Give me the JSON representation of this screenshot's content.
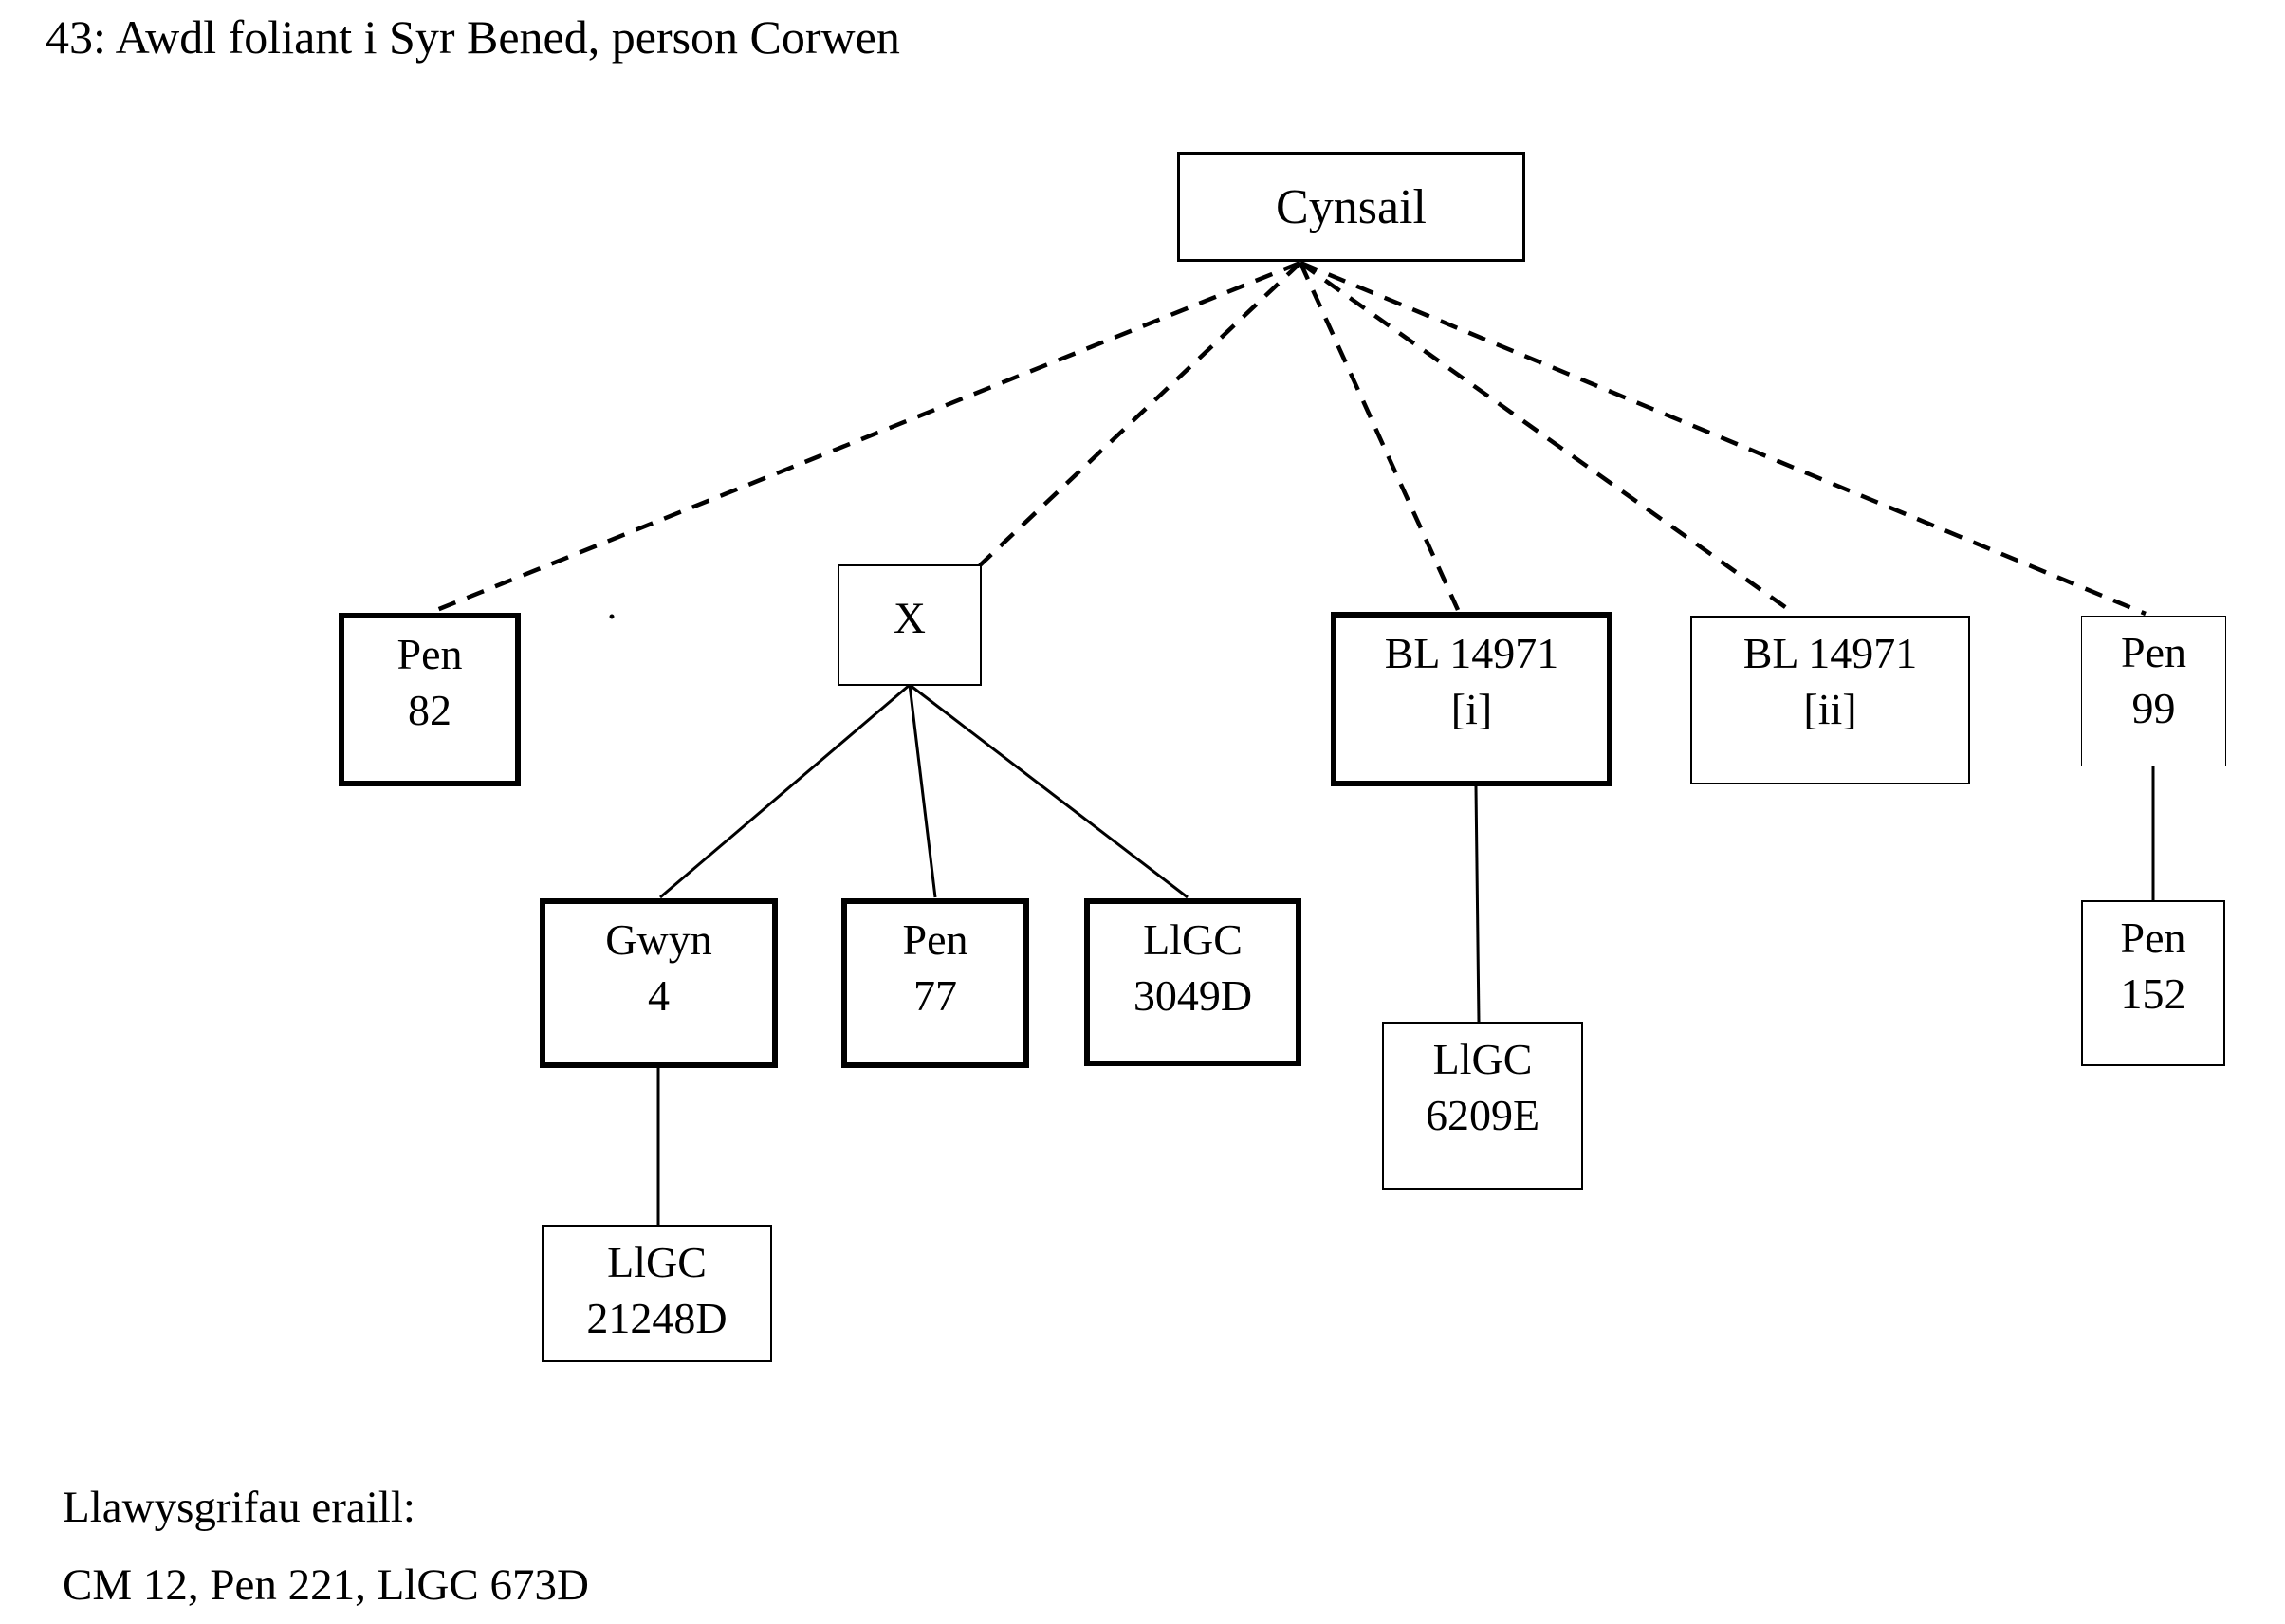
{
  "title": "43: Awdl foliant i Syr Bened, person Corwen",
  "diagram": {
    "nodes": {
      "cynsail": {
        "line1": "Cynsail"
      },
      "pen82": {
        "line1": "Pen",
        "line2": "82"
      },
      "x": {
        "line1": "X"
      },
      "bl14971i": {
        "line1": "BL 14971",
        "line2": "[i]"
      },
      "bl14971ii": {
        "line1": "BL 14971",
        "line2": "[ii]"
      },
      "pen99": {
        "line1": "Pen",
        "line2": "99"
      },
      "gwyn4": {
        "line1": "Gwyn",
        "line2": "4"
      },
      "pen77": {
        "line1": "Pen",
        "line2": "77"
      },
      "llgc3049d": {
        "line1": "LlGC",
        "line2": "3049D"
      },
      "llgc21248d": {
        "line1": "LlGC",
        "line2": "21248D"
      },
      "llgc6209e": {
        "line1": "LlGC",
        "line2": "6209E"
      },
      "pen152": {
        "line1": "Pen",
        "line2": "152"
      }
    },
    "edges": [
      {
        "from": "Cynsail",
        "to": "Pen 82",
        "style": "dashed"
      },
      {
        "from": "Cynsail",
        "to": "X",
        "style": "dashed"
      },
      {
        "from": "Cynsail",
        "to": "BL 14971 [i]",
        "style": "dashed"
      },
      {
        "from": "Cynsail",
        "to": "BL 14971 [ii]",
        "style": "dashed"
      },
      {
        "from": "Cynsail",
        "to": "Pen 99",
        "style": "dashed"
      },
      {
        "from": "X",
        "to": "Gwyn 4",
        "style": "solid"
      },
      {
        "from": "X",
        "to": "Pen 77",
        "style": "solid"
      },
      {
        "from": "X",
        "to": "LlGC 3049D",
        "style": "solid"
      },
      {
        "from": "Gwyn 4",
        "to": "LlGC 21248D",
        "style": "solid"
      },
      {
        "from": "BL 14971 [i]",
        "to": "LlGC 6209E",
        "style": "solid"
      },
      {
        "from": "Pen 99",
        "to": "Pen 152",
        "style": "solid"
      }
    ],
    "line_color": "#000000"
  },
  "footer": {
    "heading": "Llawysgrifau eraill:",
    "items": "CM 12, Pen 221, LlGC 673D"
  }
}
